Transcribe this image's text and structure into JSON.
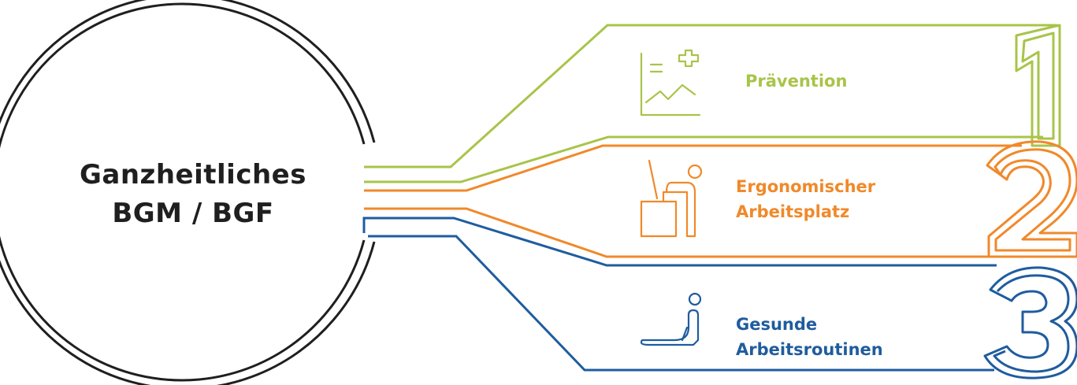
{
  "center": {
    "line1": "Ganzheitliches",
    "line2": "BGM / BGF"
  },
  "branches": [
    {
      "number": "1",
      "lines": [
        "Prävention"
      ],
      "icon": "chart-plus-icon",
      "color": "#a8c44a"
    },
    {
      "number": "2",
      "lines": [
        "Ergonomischer",
        "Arbeitsplatz"
      ],
      "icon": "desk-worker-icon",
      "color": "#f0892a"
    },
    {
      "number": "3",
      "lines": [
        "Gesunde",
        "Arbeitsroutinen"
      ],
      "icon": "stretching-person-icon",
      "color": "#1f5c9e"
    }
  ],
  "colors": {
    "outline": "#1f1f1f",
    "green": "#a8c44a",
    "orange": "#f0892a",
    "blue": "#1f5c9e"
  }
}
